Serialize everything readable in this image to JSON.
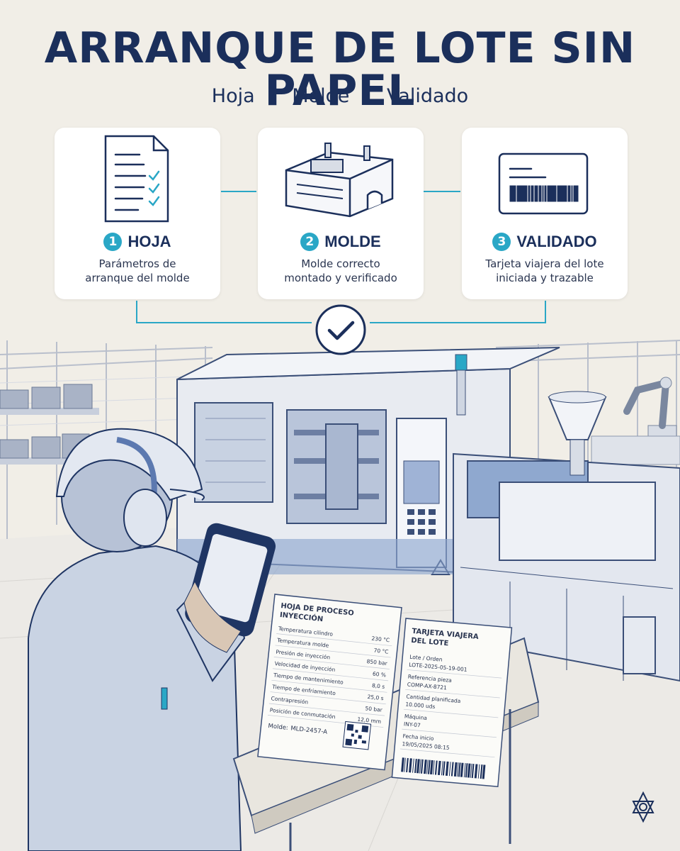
{
  "title": "ARRANQUE DE LOTE SIN PAPEL",
  "subtitle": {
    "items": [
      "Hoja",
      "Molde",
      "Validado"
    ],
    "separator": "·"
  },
  "steps": [
    {
      "number": "1",
      "name": "HOJA",
      "desc_line1": "Parámetros de",
      "desc_line2": "arranque del molde",
      "icon": "checklist-document-icon"
    },
    {
      "number": "2",
      "name": "MOLDE",
      "desc_line1": "Molde correcto",
      "desc_line2": "montado y verificado",
      "icon": "injection-mold-icon"
    },
    {
      "number": "3",
      "name": "VALIDADO",
      "desc_line1": "Tarjeta viajera del lote",
      "desc_line2": "iniciada y trazable",
      "icon": "barcode-card-icon"
    }
  ],
  "process_sheet": {
    "title_line1": "HOJA DE PROCESO",
    "title_line2": "INYECCIÓN",
    "rows": [
      {
        "label": "Temperatura cilindro",
        "value": "230 °C"
      },
      {
        "label": "Temperatura molde",
        "value": "70 °C"
      },
      {
        "label": "Presión de inyección",
        "value": "850 bar"
      },
      {
        "label": "Velocidad de inyección",
        "value": "60 %"
      },
      {
        "label": "Tiempo de mantenimiento",
        "value": "8,0 s"
      },
      {
        "label": "Tiempo de enfriamiento",
        "value": "25,0 s"
      },
      {
        "label": "Contrapresión",
        "value": "50 bar"
      },
      {
        "label": "Posición de conmutación",
        "value": "12,0 mm"
      }
    ],
    "mold_label": "Molde:",
    "mold_value": "MLD-2457-A"
  },
  "batch_card": {
    "title_line1": "TARJETA VIAJERA",
    "title_line2": "DEL LOTE",
    "fields": [
      {
        "label": "Lote / Orden",
        "value": "LOTE-2025-05-19-001"
      },
      {
        "label": "Referencia pieza",
        "value": "COMP-AX-8721"
      },
      {
        "label": "Cantidad planificada",
        "value": "10.000 uds"
      },
      {
        "label": "Máquina",
        "value": "INY-07"
      },
      {
        "label": "Fecha inicio",
        "value": "19/05/2025 08:15"
      }
    ]
  },
  "colors": {
    "navy": "#1b2f5b",
    "accent": "#2aa7c6",
    "background": "#f1eee7",
    "machine_blue": "#8fa8cf"
  }
}
